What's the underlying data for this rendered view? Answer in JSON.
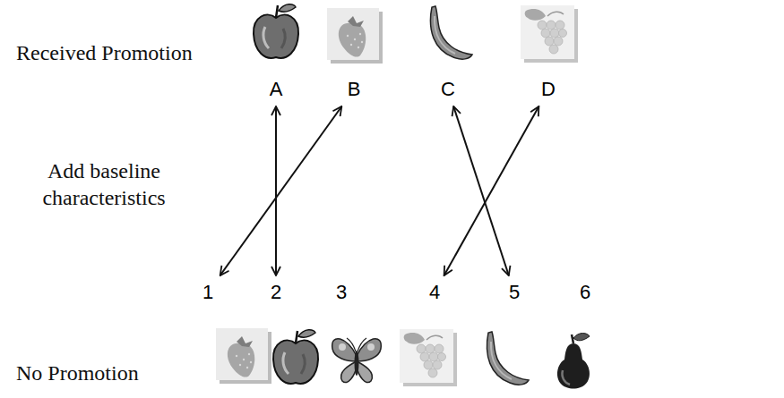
{
  "diagram": {
    "nodes": [
      {
        "text": [
          "A"
        ]
      },
      {
        "text": [
          "B"
        ]
      },
      {
        "text": [
          "C"
        ]
      },
      {
        "text": [
          "D"
        ]
      },
      {
        "text": [
          "1"
        ]
      },
      {
        "text": [
          "2"
        ]
      },
      {
        "text": [
          "3"
        ]
      },
      {
        "text": [
          "4"
        ]
      },
      {
        "text": [
          "5"
        ]
      },
      {
        "text": [
          "6"
        ]
      }
    ],
    "edges": [
      {
        "from": 0,
        "to": 5,
        "arrow": "both"
      },
      {
        "from": 1,
        "to": 4,
        "arrow": "both"
      },
      {
        "from": 2,
        "to": 8,
        "arrow": "both"
      },
      {
        "from": 3,
        "to": 7,
        "arrow": "both"
      }
    ],
    "labels": [
      "Received Promotion",
      "Add baseline characteristics",
      "No Promotion"
    ]
  }
}
